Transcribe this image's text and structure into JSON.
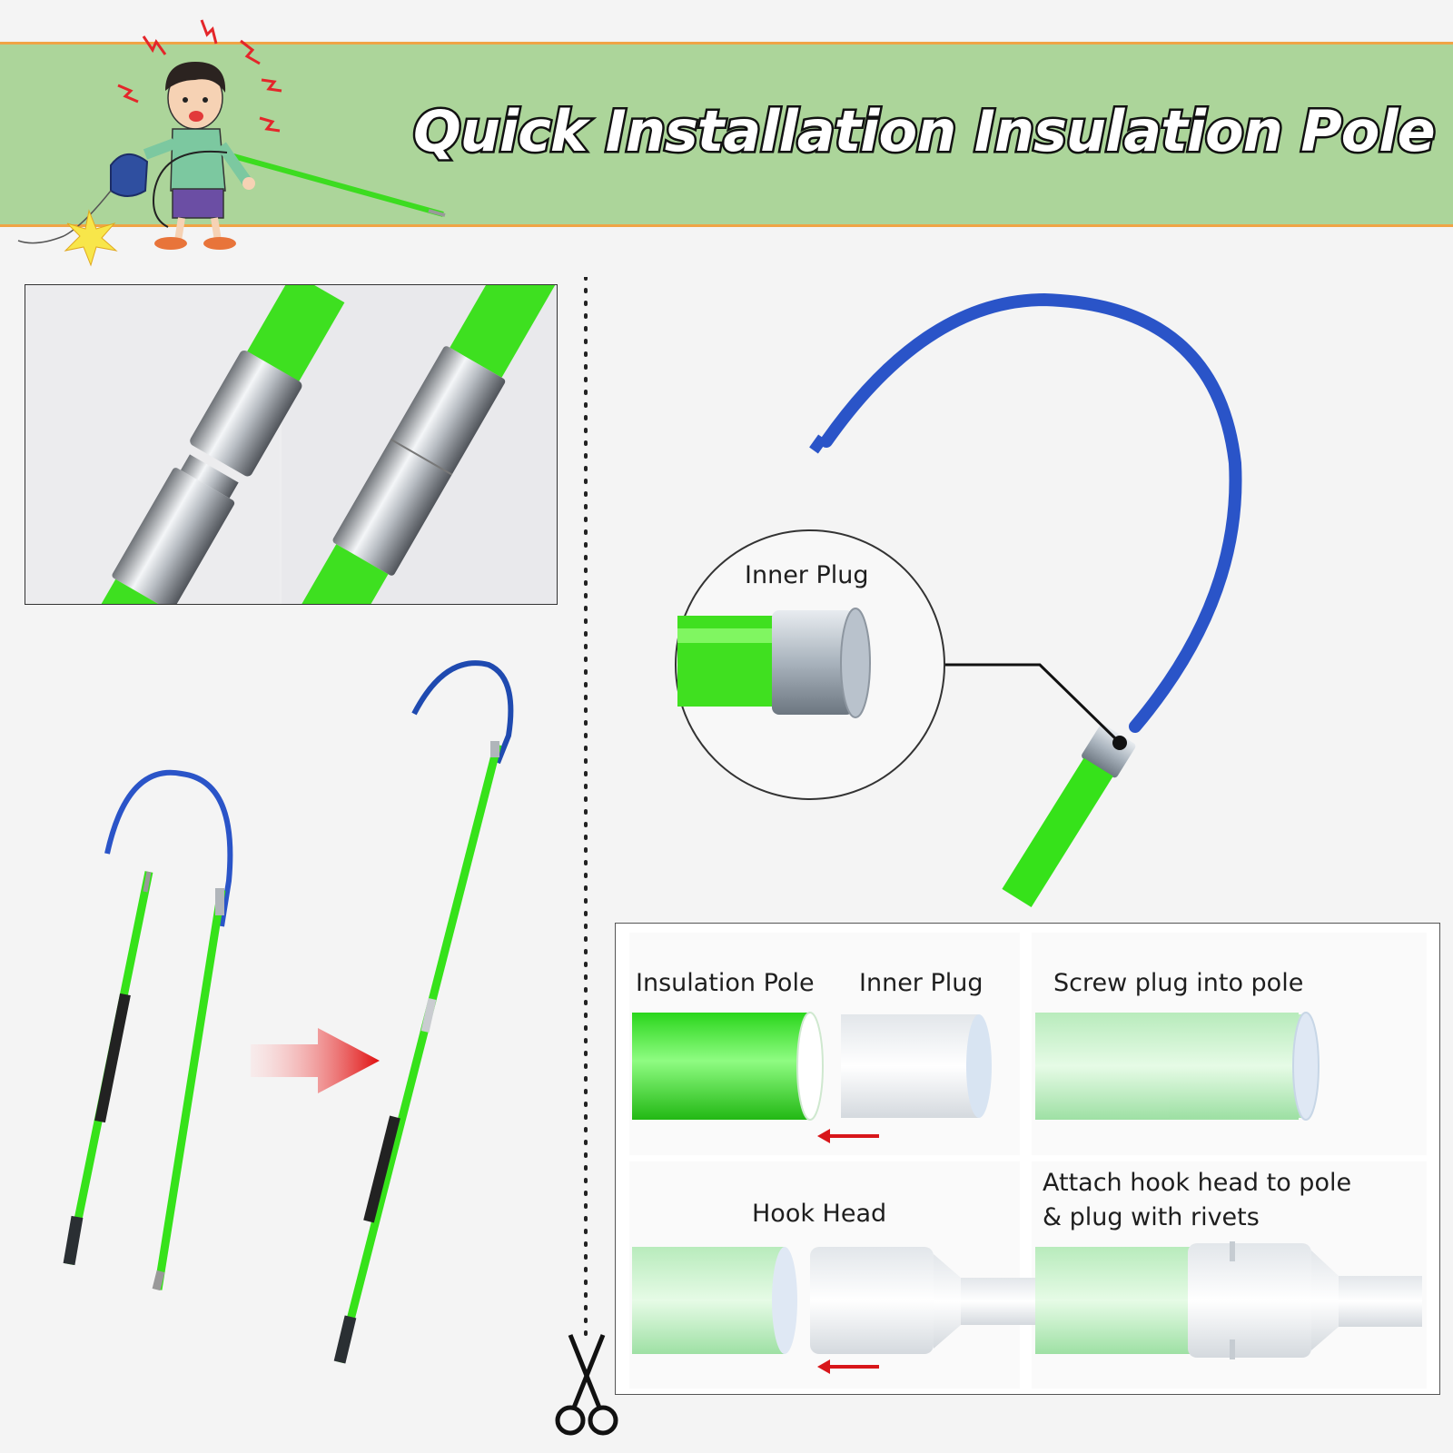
{
  "banner": {
    "title": "Quick Installation Insulation Pole"
  },
  "detail_callout": {
    "label": "Inner Plug"
  },
  "steps": {
    "insulation_pole": "Insulation Pole",
    "inner_plug": "Inner Plug",
    "screw_plug": "Screw plug into pole",
    "hook_head": "Hook Head",
    "attach_line1": "Attach hook head to pole",
    "attach_line2": "& plug with rivets"
  },
  "colors": {
    "banner": "#acd59a",
    "banner_border": "#f0a446",
    "pole_green": "#36e21a",
    "hook_blue": "#2a54c8",
    "arrow_red": "#e01010"
  },
  "icons": [
    "cartoon-boy-icon",
    "scissors-icon",
    "red-arrow-icon",
    "lightning-icon"
  ]
}
